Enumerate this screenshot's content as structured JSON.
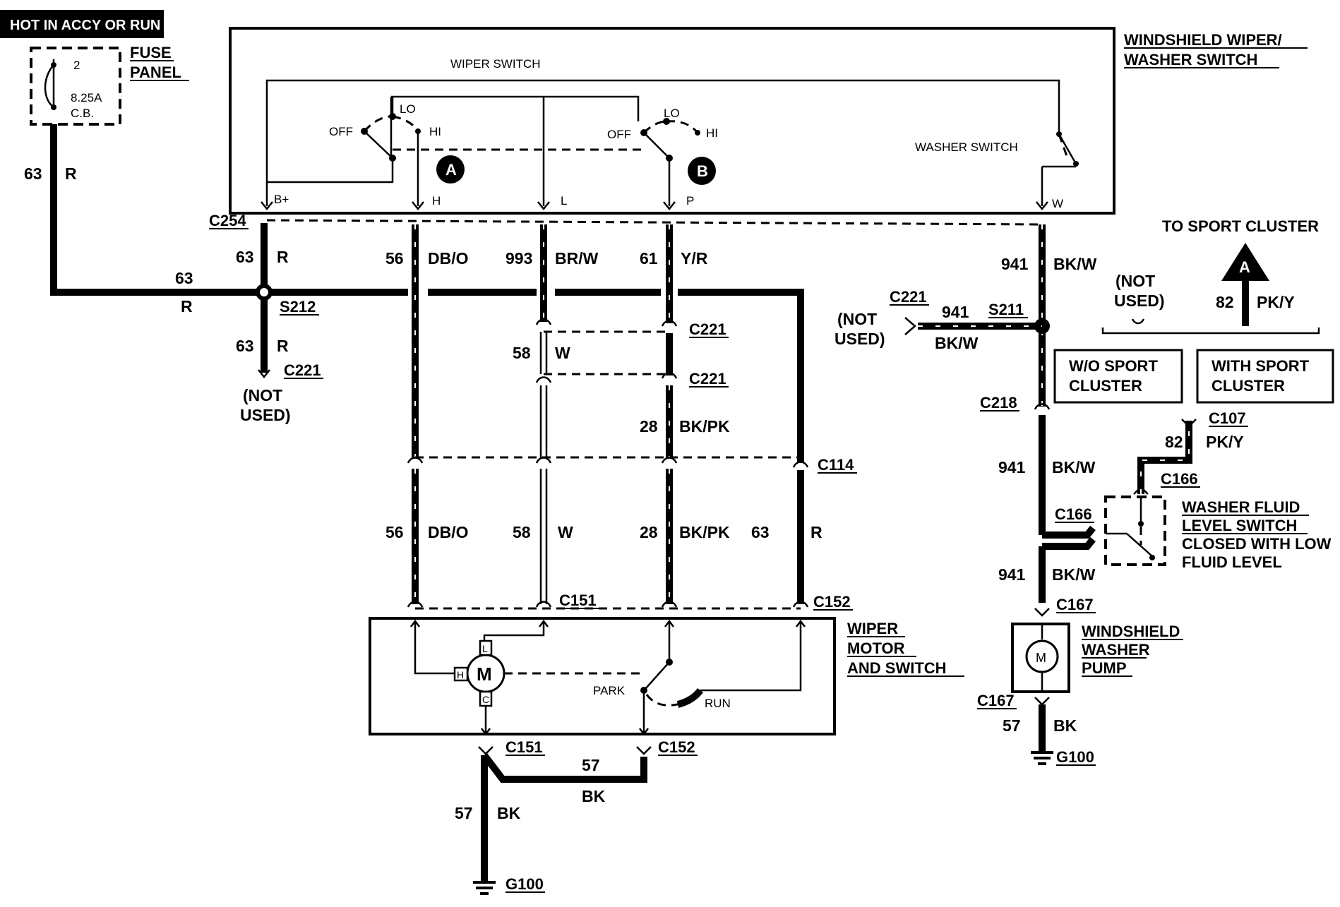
{
  "labels": {
    "hot": "HOT IN ACCY OR RUN",
    "fuse_panel_1": "FUSE",
    "fuse_panel_2": "PANEL",
    "fuse_num": "2",
    "fuse_rating": "8.25A",
    "fuse_type": "C.B.",
    "switch_title_1": "WINDSHIELD WIPER/",
    "switch_title_2": "WASHER SWITCH",
    "wiper_switch": "WIPER SWITCH",
    "washer_switch": "WASHER SWITCH",
    "off": "OFF",
    "lo": "LO",
    "hi": "HI",
    "circle_a": "A",
    "circle_b": "B",
    "pin_bplus": "B+",
    "pin_h": "H",
    "pin_l": "L",
    "pin_p": "P",
    "pin_w": "W",
    "to_sport": "TO SPORT CLUSTER",
    "not_used_1": "(NOT",
    "not_used_2": "USED)",
    "wo_sport_1": "W/O SPORT",
    "wo_sport_2": "CLUSTER",
    "with_sport_1": "WITH SPORT",
    "with_sport_2": "CLUSTER",
    "fluid_1": "WASHER FLUID",
    "fluid_2": "LEVEL SWITCH",
    "fluid_3": "CLOSED WITH LOW",
    "fluid_4": "FLUID LEVEL",
    "motor_1": "WIPER",
    "motor_2": "MOTOR",
    "motor_3": "AND SWITCH",
    "pump_1": "WINDSHIELD",
    "pump_2": "WASHER",
    "pump_3": "PUMP",
    "park": "PARK",
    "run": "RUN",
    "m": "M",
    "mh": "H",
    "ml": "L",
    "mc": "C"
  },
  "connectors": {
    "c254": "C254",
    "s212": "S212",
    "c221": "C221",
    "s211": "S211",
    "c218": "C218",
    "c114": "C114",
    "c151": "C151",
    "c152": "C152",
    "c107": "C107",
    "c166": "C166",
    "c167": "C167",
    "g100": "G100"
  },
  "wires": {
    "n63": "63",
    "r": "R",
    "n56": "56",
    "dbo": "DB/O",
    "n993": "993",
    "brw": "BR/W",
    "n61": "61",
    "yr": "Y/R",
    "n941": "941",
    "bkw": "BK/W",
    "n58": "58",
    "w": "W",
    "n28": "28",
    "bkpk": "BK/PK",
    "n82": "82",
    "pky": "PK/Y",
    "n57": "57",
    "bk": "BK"
  }
}
